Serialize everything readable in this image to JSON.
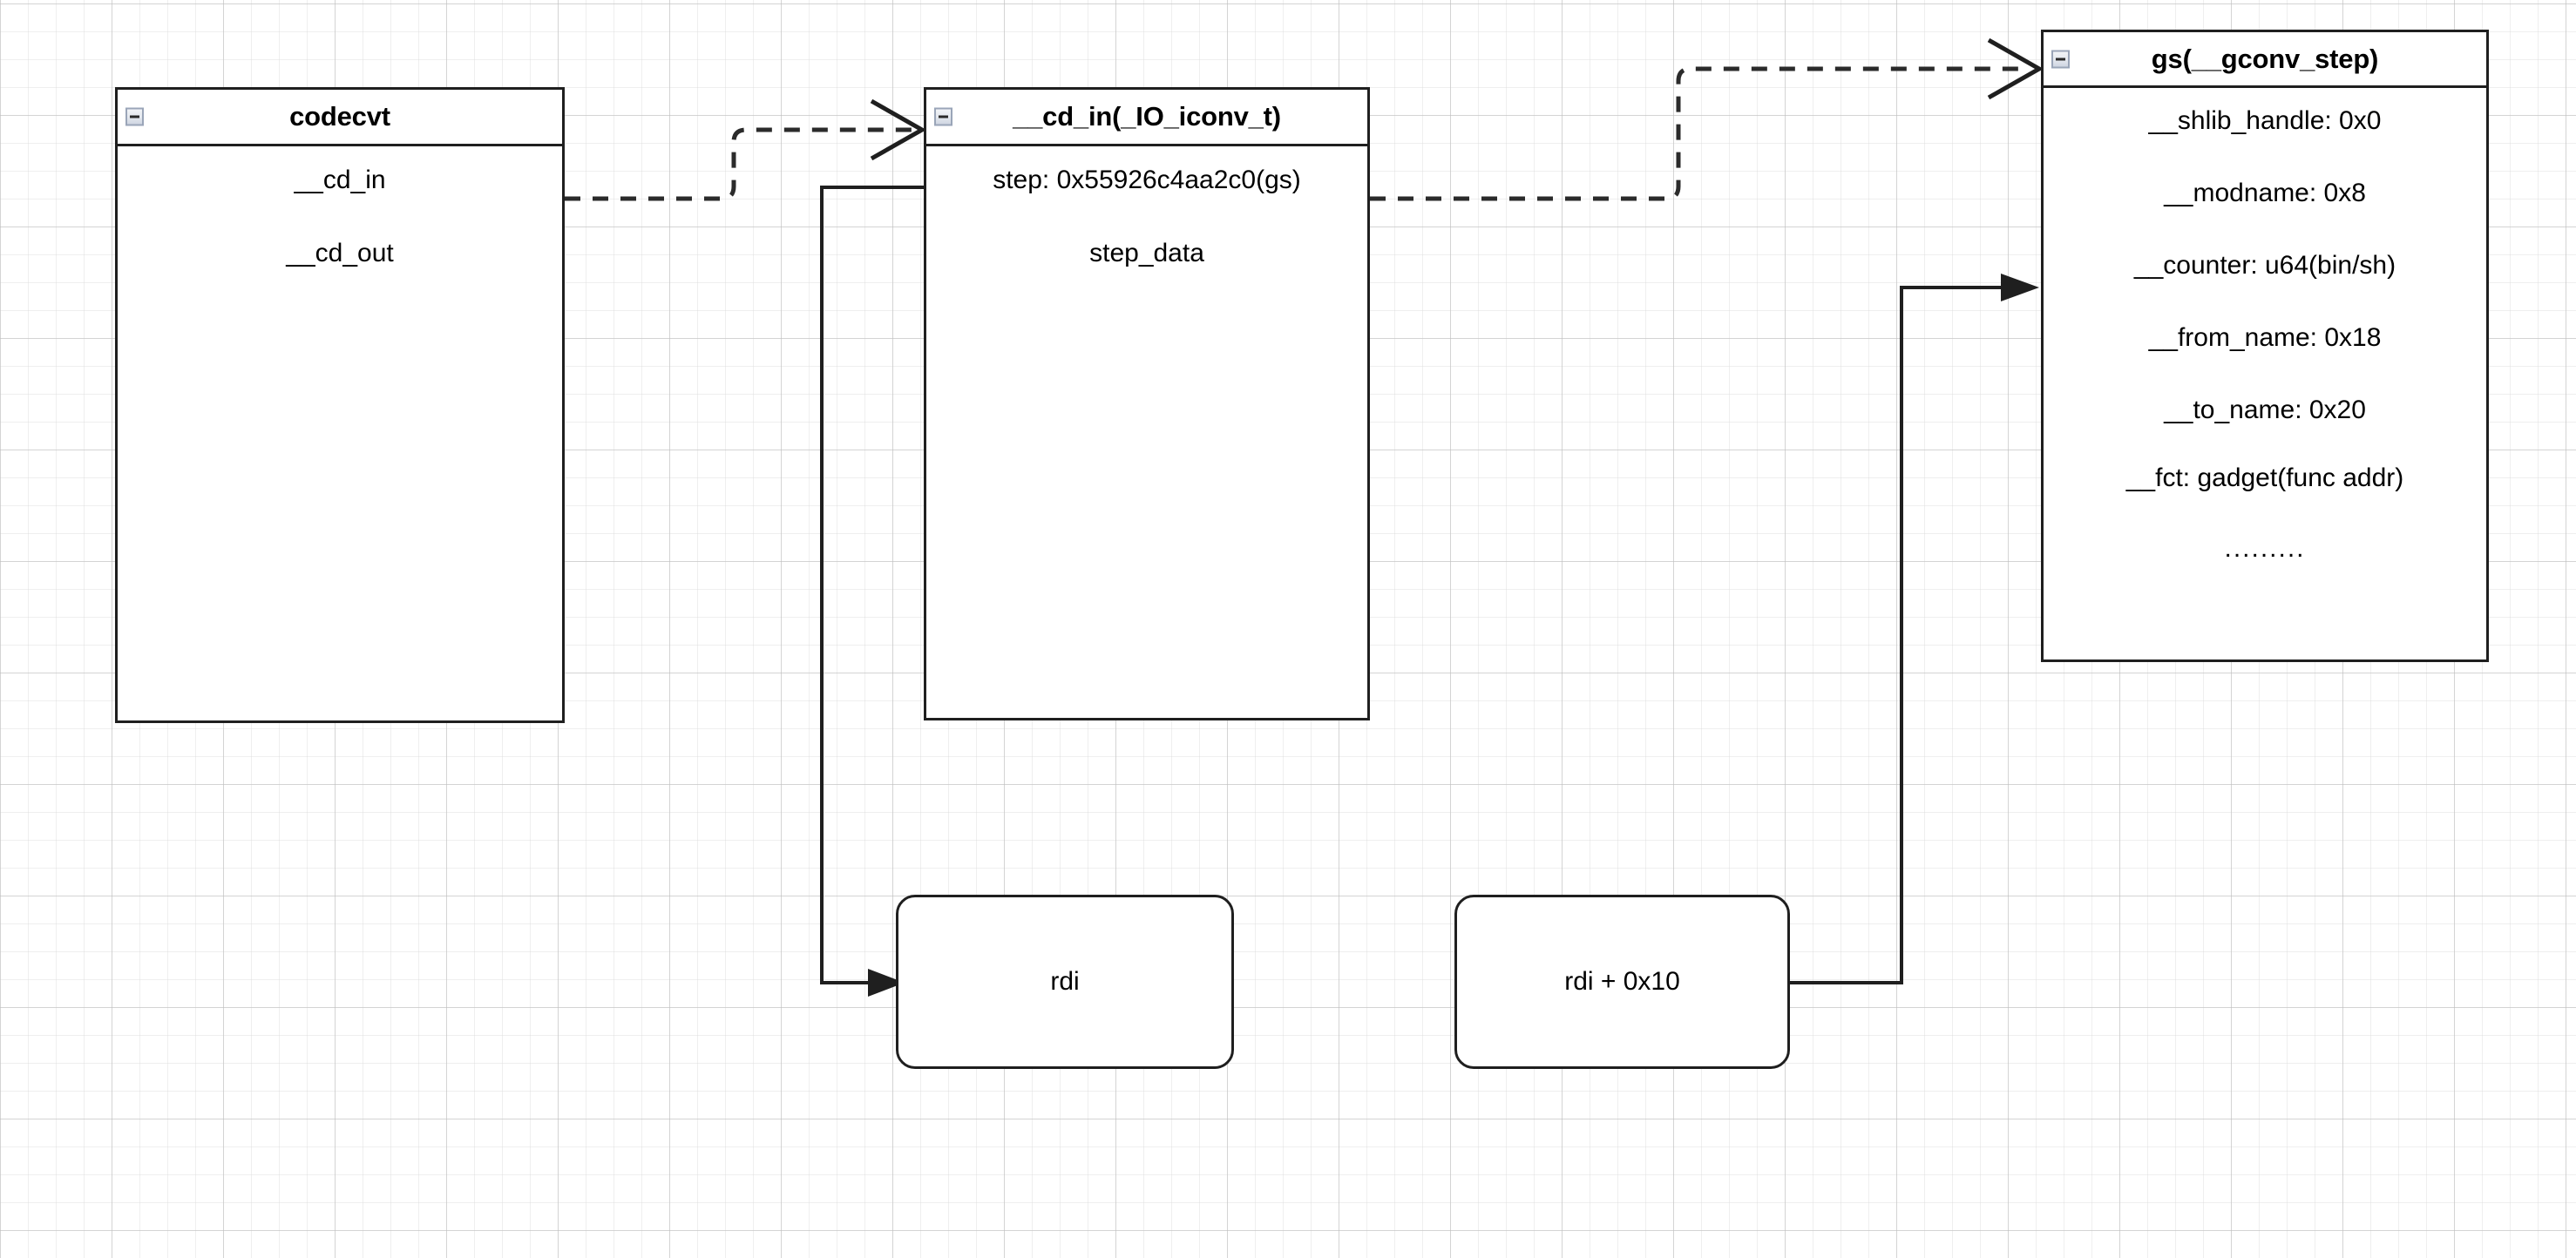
{
  "diagram": {
    "type": "uml-class-diagram",
    "background": "#ffffff",
    "grid_color": "#e6e6e6",
    "stroke_color": "#1f1f1f"
  },
  "boxes": [
    {
      "id": "codecvt",
      "title": "codecvt",
      "collapse_icon": "collapse-minus-icon",
      "rows": [
        "__cd_in",
        "__cd_out"
      ]
    },
    {
      "id": "cd_in",
      "title": "__cd_in(_IO_iconv_t)",
      "collapse_icon": "collapse-minus-icon",
      "rows": [
        "step: 0x55926c4aa2c0(gs)",
        "step_data"
      ]
    },
    {
      "id": "gs",
      "title": "gs(__gconv_step)",
      "collapse_icon": "collapse-minus-icon",
      "rows": [
        "__shlib_handle: 0x0",
        "__modname: 0x8",
        "__counter: u64(bin/sh)",
        "__from_name: 0x18",
        "__to_name: 0x20",
        "__fct: gadget(func addr)",
        "........."
      ]
    }
  ],
  "registers": [
    {
      "id": "rdi",
      "label": "rdi"
    },
    {
      "id": "rdi_plus_10",
      "label": "rdi + 0x10"
    }
  ],
  "edges": [
    {
      "id": "codecvt-to-cd_in",
      "style": "dashed",
      "arrowhead": "open"
    },
    {
      "id": "cd_in-to-gs",
      "style": "dashed",
      "arrowhead": "open"
    },
    {
      "id": "cd_in-to-rdi",
      "style": "solid",
      "arrowhead": "filled"
    },
    {
      "id": "rdi_plus_10-to-gs",
      "style": "solid",
      "arrowhead": "filled"
    }
  ]
}
